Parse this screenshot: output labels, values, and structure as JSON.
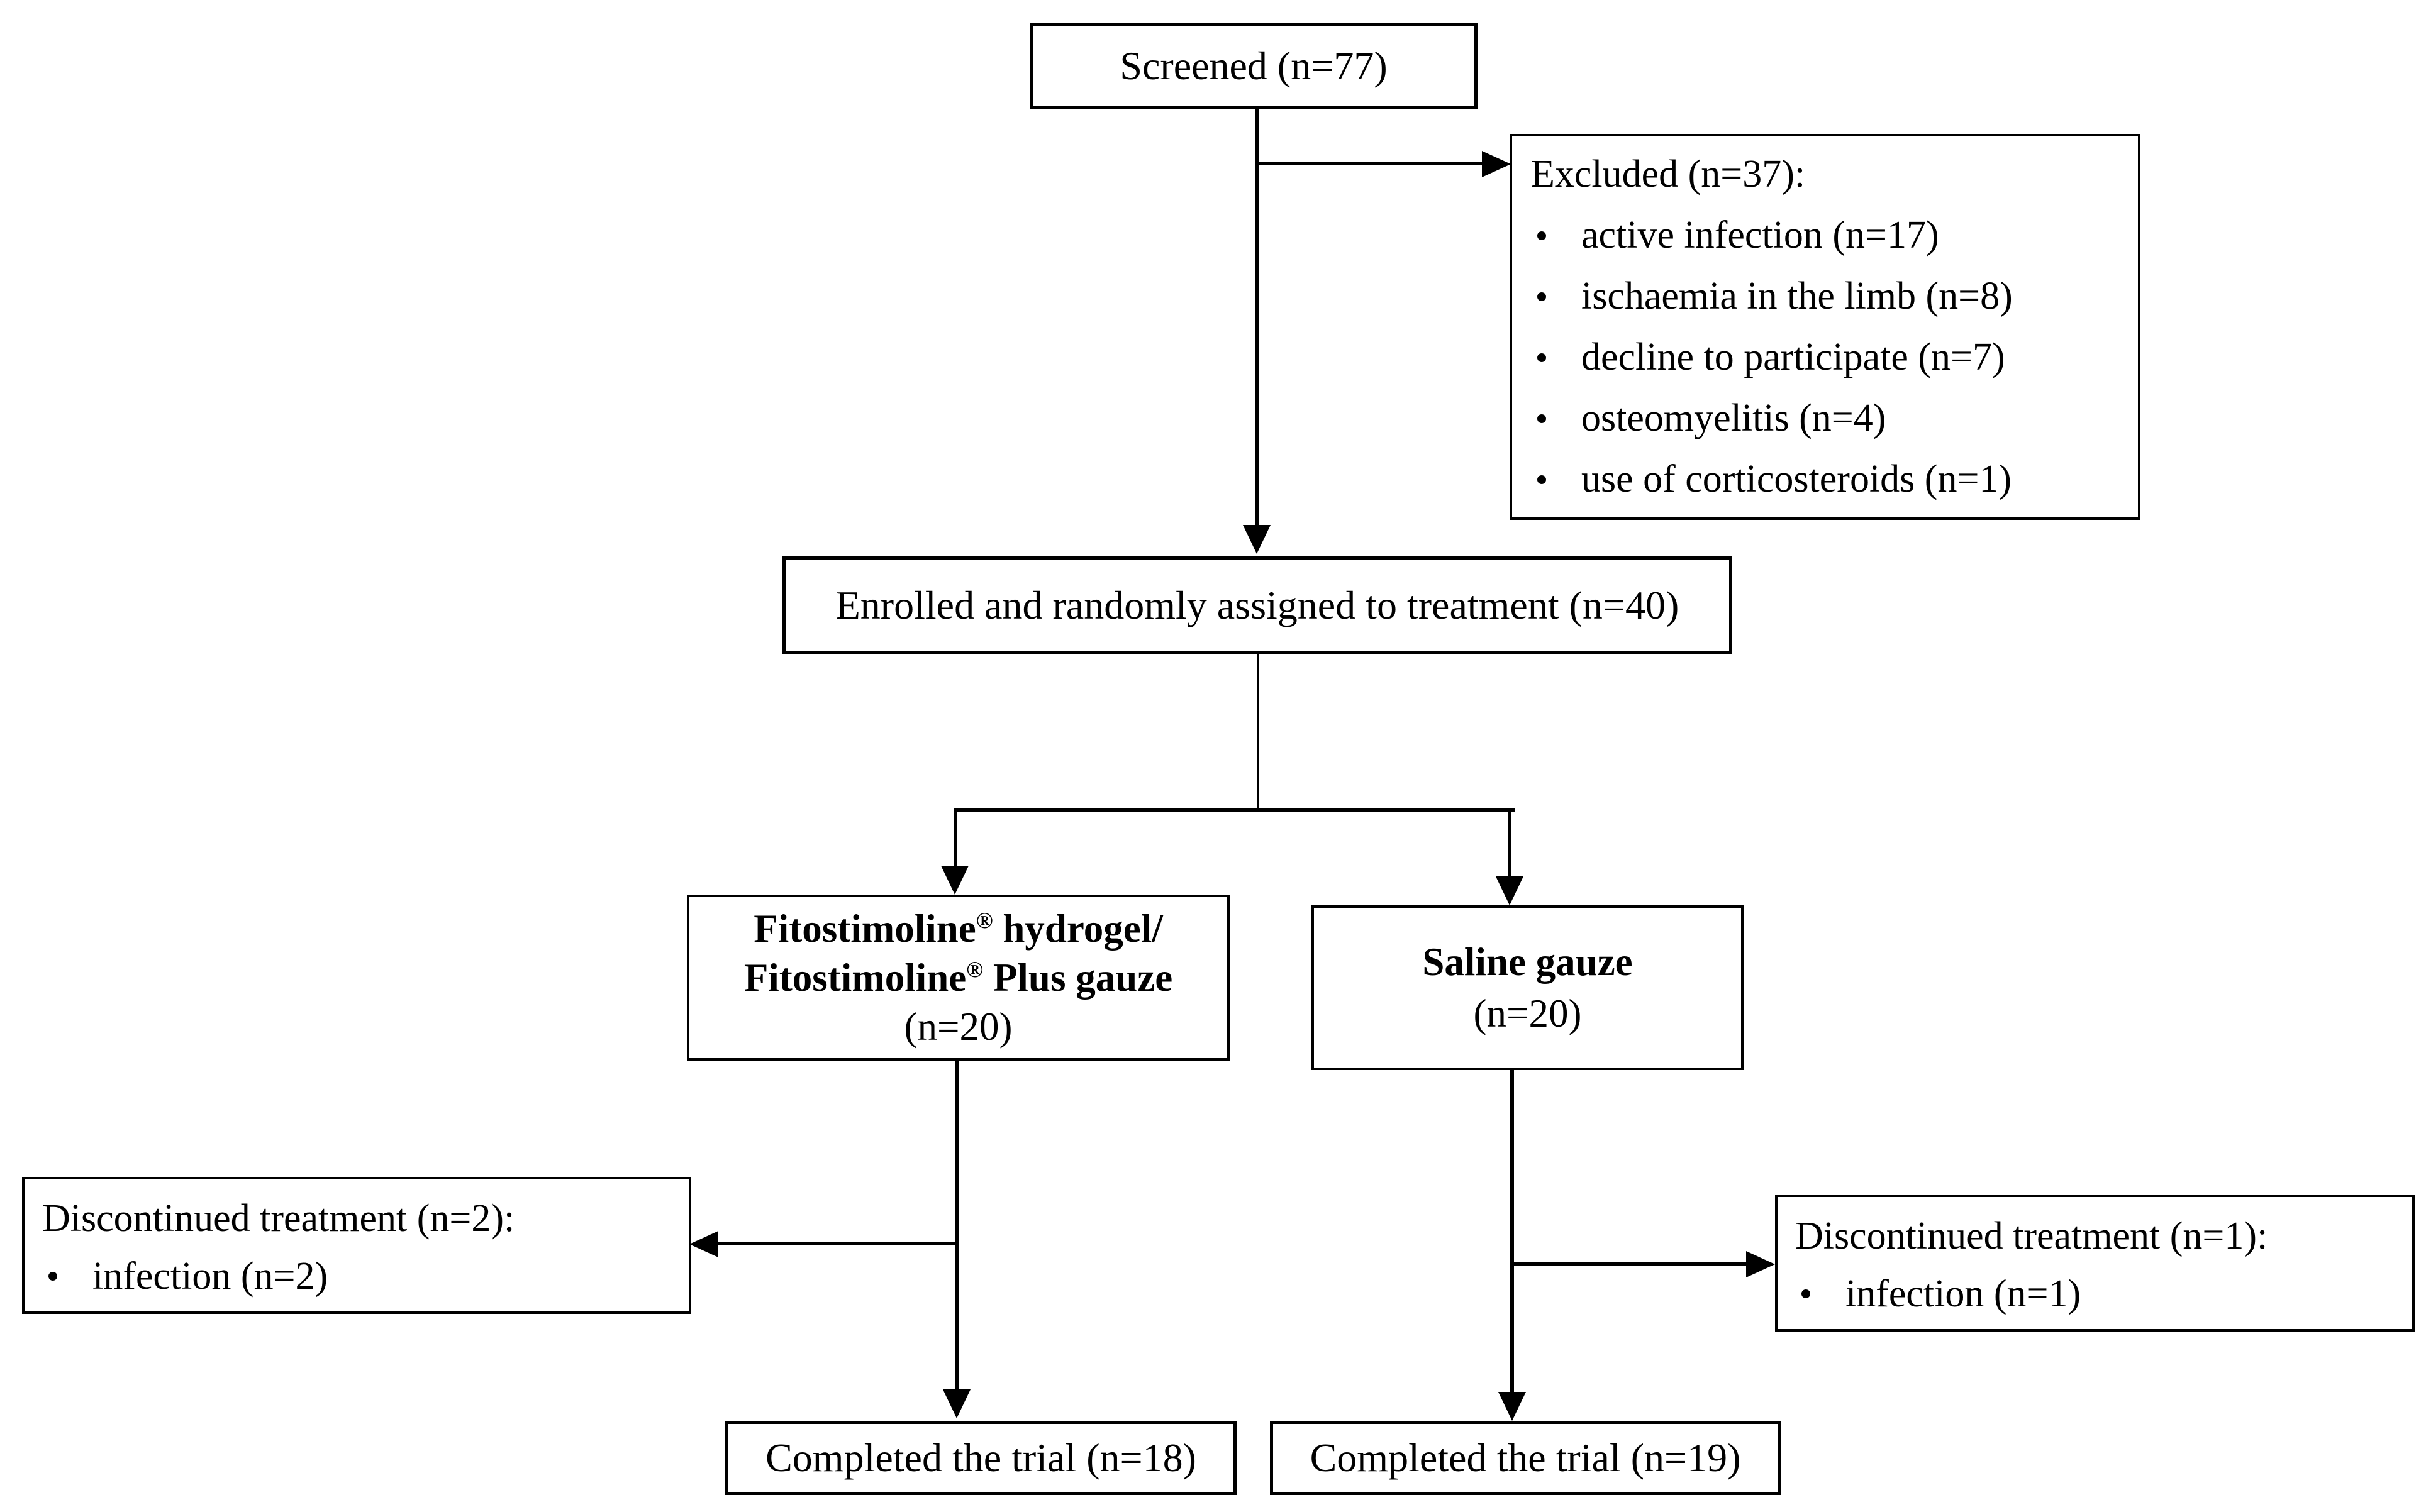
{
  "flowchart": {
    "screened": {
      "label": "Screened (n=77)"
    },
    "excluded": {
      "title": "Excluded (n=37):",
      "items": [
        "active infection (n=17)",
        "ischaemia in the limb (n=8)",
        "decline to participate (n=7)",
        "osteomyelitis (n=4)",
        "use of corticosteroids (n=1)"
      ]
    },
    "enrolled": {
      "label": "Enrolled and randomly assigned to treatment (n=40)"
    },
    "arm_fitostimoline": {
      "line1_name": "Fitostimoline",
      "line1_reg_mark": "®",
      "line1_rest": " hydrogel/",
      "line2_name": "Fitostimoline",
      "line2_reg_mark": "®",
      "line2_rest": " Plus gauze",
      "n_label": "(n=20)"
    },
    "arm_saline": {
      "title": "Saline gauze",
      "n_label": "(n=20)"
    },
    "discontinued_fitostimoline": {
      "title": "Discontinued treatment (n=2):",
      "items": [
        "infection (n=2)"
      ]
    },
    "discontinued_saline": {
      "title": "Discontinued treatment (n=1):",
      "items": [
        "infection (n=1)"
      ]
    },
    "completed_fitostimoline": {
      "label": "Completed the trial (n=18)"
    },
    "completed_saline": {
      "label": "Completed the trial (n=19)"
    }
  }
}
